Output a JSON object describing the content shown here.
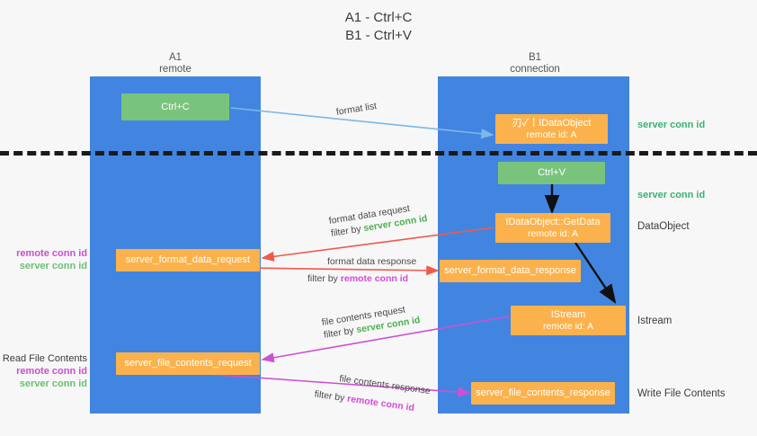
{
  "title": {
    "line1": "A1 - Ctrl+C",
    "line2": "B1 - Ctrl+V"
  },
  "columns": [
    {
      "name": "A1",
      "sub": "remote"
    },
    {
      "name": "B1",
      "sub": "connection"
    }
  ],
  "nodes": {
    "ctrl_c": {
      "label": "Ctrl+C"
    },
    "create_dataobject": {
      "line1": "刃✓丨IDataObject",
      "line2": "remote id: A"
    },
    "ctrl_v": {
      "label": "Ctrl+V"
    },
    "getdata": {
      "line1": "IDataObject::GetData",
      "line2": "remote id: A"
    },
    "istream": {
      "line1": "IStream",
      "line2": "remote id: A"
    },
    "server_format_data_request": {
      "label": "server_format_data_request"
    },
    "server_format_data_response": {
      "label": "server_format_data_response"
    },
    "server_file_contents_request": {
      "label": "server_file_contents_request"
    },
    "server_file_contents_response": {
      "label": "server_file_contents_response"
    }
  },
  "side_labels": {
    "dataobject": "DataObject",
    "istream": "Istream",
    "write_file_contents": "Write File Contents",
    "read_file_contents": "Read File Contents"
  },
  "conn_labels": {
    "server_top": "server conn id",
    "server_mid": "server conn id",
    "remote": "remote conn id",
    "server": "server conn id"
  },
  "edges": {
    "format_list": {
      "label": "format list"
    },
    "format_data_request": {
      "line1": "format data request",
      "filter_prefix": "filter by ",
      "filter_value": "server conn id"
    },
    "format_data_response": {
      "line1": "format data response",
      "filter_prefix": "filter by ",
      "filter_value": "remote conn id"
    },
    "file_contents_request": {
      "line1": "file contents request",
      "filter_prefix": "filter by ",
      "filter_value": "server conn id"
    },
    "file_contents_response": {
      "line1": "file contents response",
      "filter_prefix": "filter by ",
      "filter_value": "remote conn id"
    }
  },
  "colors": {
    "lane": "#4285e0",
    "green_node": "#79c47c",
    "orange_node": "#fbb24c",
    "server_conn": "#3bb273",
    "remote_conn": "#c94fd0",
    "background": "#f7f7f7"
  }
}
